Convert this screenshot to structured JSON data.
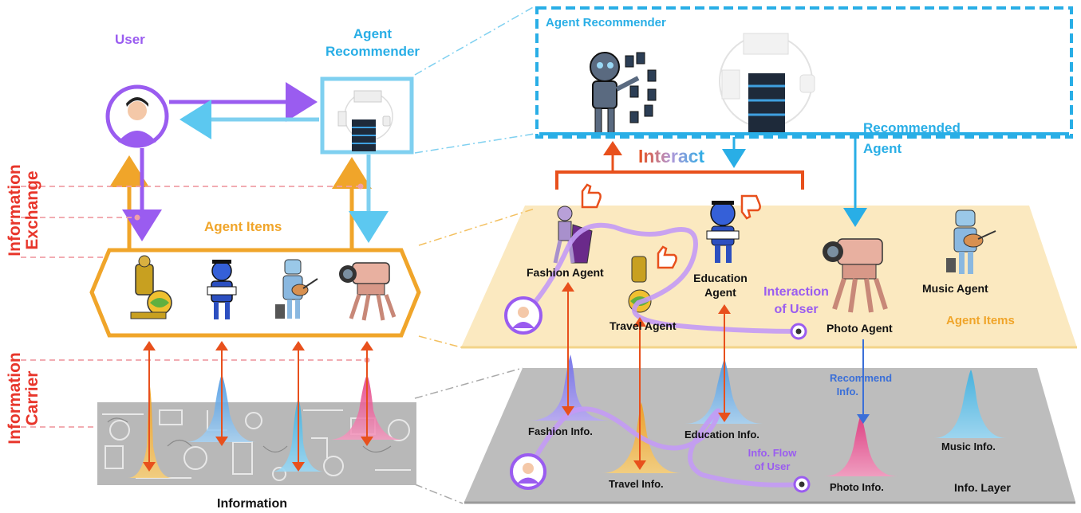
{
  "left_panel": {
    "user": "User",
    "agent_recommender": [
      "Agent",
      "Recommender"
    ],
    "agent_items": "Agent Items",
    "information": "Information",
    "side_labels": {
      "exchange": [
        "Information",
        "Exchange"
      ],
      "carrier": [
        "Information",
        "Carrier"
      ]
    }
  },
  "right_panel": {
    "recommender_box_title": "Agent Recommender",
    "recommended_agent": [
      "Recommended",
      "Agent"
    ],
    "interact": "Interact",
    "agents": {
      "fashion": "Fashion Agent",
      "education": [
        "Education",
        "Agent"
      ],
      "travel": "Travel Agent",
      "photo": "Photo Agent",
      "music": "Music Agent"
    },
    "interaction_of_user": [
      "Interaction",
      "of User"
    ],
    "agent_items_layer": "Agent Items",
    "info": {
      "fashion": "Fashion Info.",
      "education": "Education Info.",
      "travel": "Travel Info.",
      "photo": "Photo Info.",
      "music": "Music Info."
    },
    "recommend_info": [
      "Recommend",
      "Info."
    ],
    "info_flow_of_user": [
      "Info. Flow",
      "of User"
    ],
    "info_layer": "Info. Layer"
  },
  "colors": {
    "purple": "#9a5cf0",
    "sky": "#29aee6",
    "orange": "#f0a52a",
    "red_orange": "#e8501c",
    "red": "#e8362b",
    "agent_layer": "#fbe9c0",
    "info_layer": "#bdbdbd",
    "pink_dash": "#f0a0a8"
  },
  "icons": [
    "user-avatar-icon",
    "server-icon",
    "robot-icon",
    "thumbs-up-icon",
    "thumbs-down-icon",
    "camera-robot-icon",
    "globe-robot-icon",
    "guitar-robot-icon"
  ]
}
